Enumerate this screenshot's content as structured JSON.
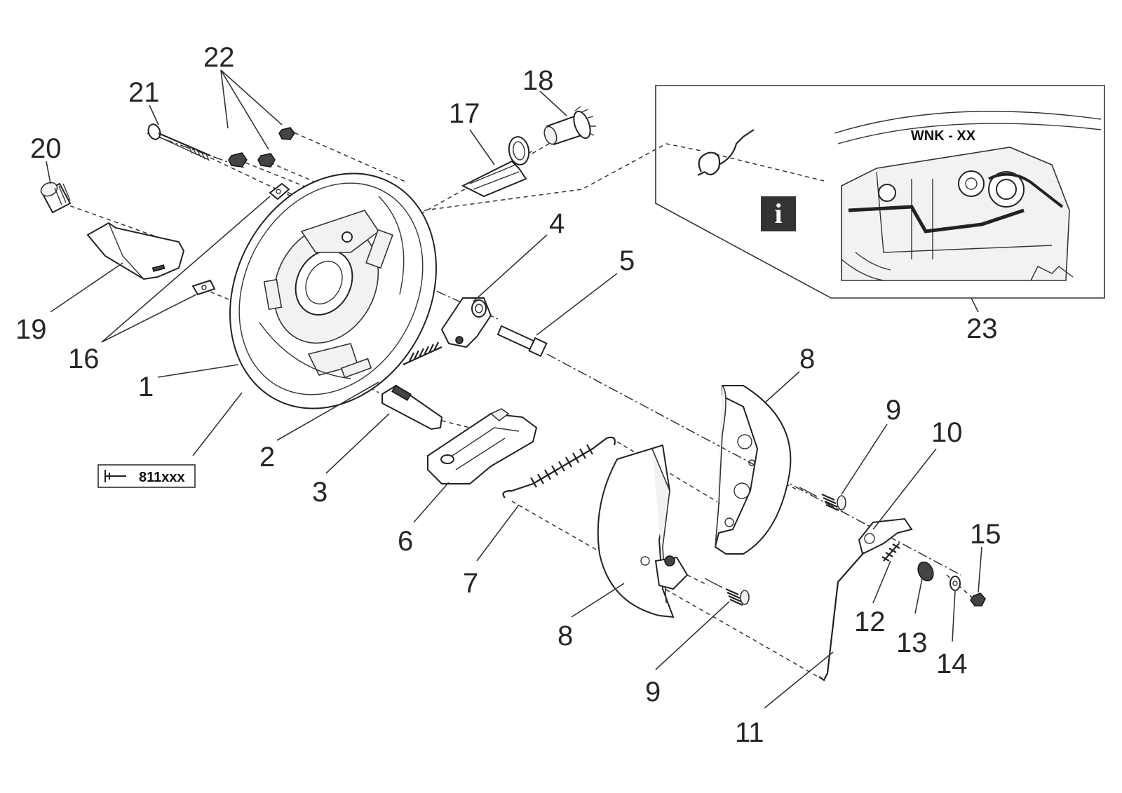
{
  "callouts": {
    "c1": "1",
    "c2": "2",
    "c3": "3",
    "c4": "4",
    "c5": "5",
    "c6": "6",
    "c7": "7",
    "c8a": "8",
    "c8b": "8",
    "c9a": "9",
    "c9b": "9",
    "c10": "10",
    "c11": "11",
    "c12": "12",
    "c13": "13",
    "c14": "14",
    "c15": "15",
    "c16": "16",
    "c17": "17",
    "c18": "18",
    "c19": "19",
    "c20": "20",
    "c21": "21",
    "c22": "22",
    "c23": "23"
  },
  "reference_box": {
    "text": "811xxx"
  },
  "inset": {
    "label": "WNK - XX",
    "info_glyph": "i"
  },
  "icons": {
    "info": "info-icon",
    "tool": "tool-icon"
  },
  "colors": {
    "line": "#222222",
    "text": "#262626",
    "info_bg": "#333333"
  }
}
